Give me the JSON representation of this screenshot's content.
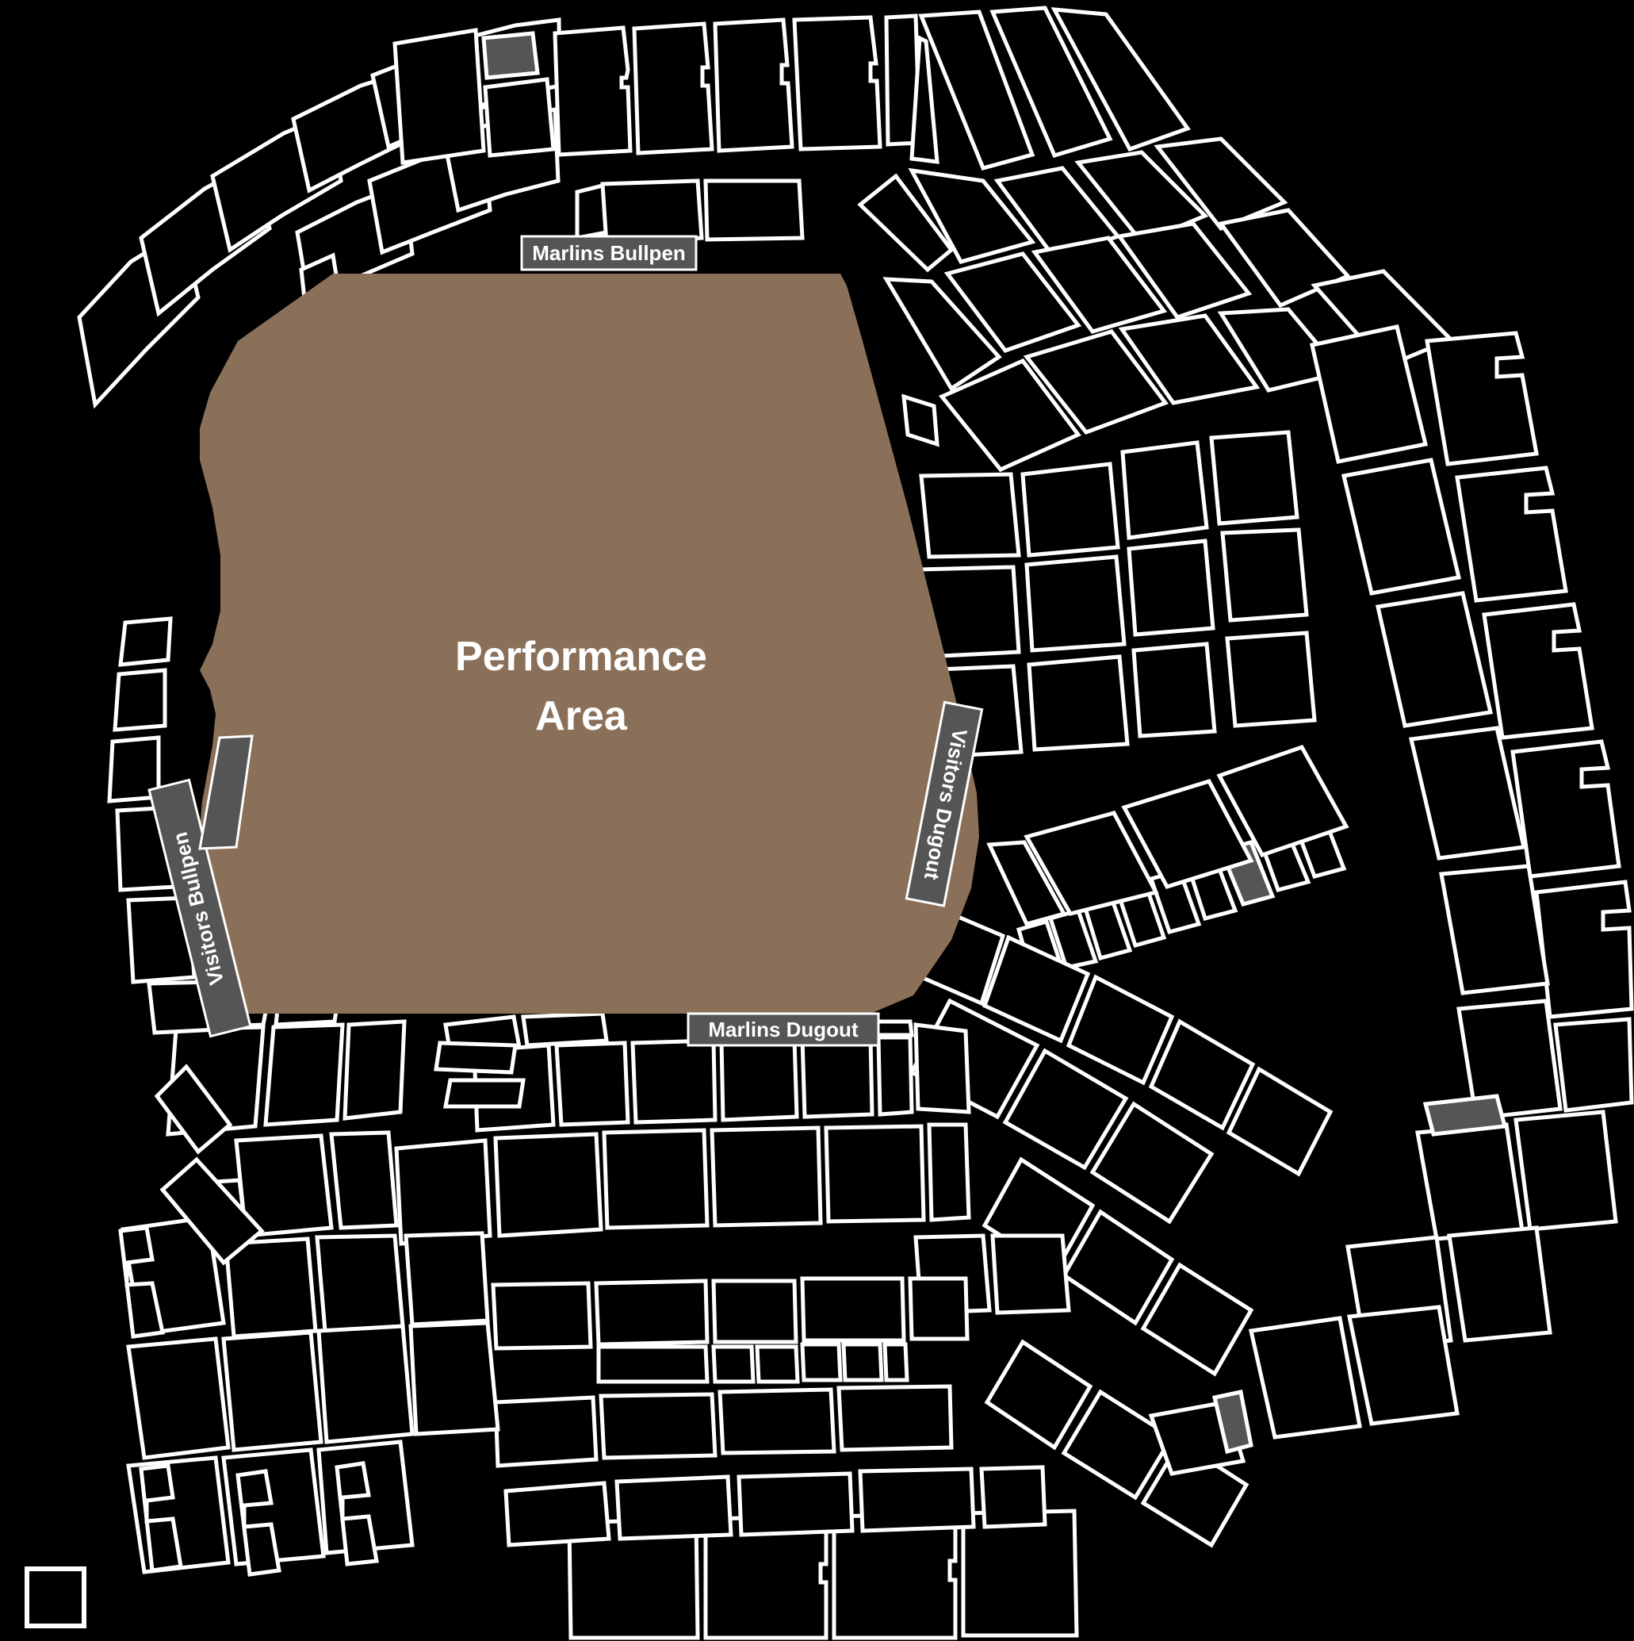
{
  "map": {
    "title": "Stadium Seating Map",
    "venue_type": "baseball-stadium",
    "background_color": "#000000",
    "section_fill": "#000000",
    "section_stroke": "#ffffff",
    "highlight_fill": "#555555",
    "field_color": "#8a7059",
    "label_text_color": "#ffffff"
  },
  "field": {
    "name": "performance-area",
    "label_line1": "Performance",
    "label_line2": "Area"
  },
  "field_labels": [
    {
      "id": "marlins-bullpen",
      "text": "Marlins Bullpen",
      "orientation": "horizontal"
    },
    {
      "id": "visitors-dugout",
      "text": "Visitors Dugout",
      "orientation": "vertical-down"
    },
    {
      "id": "visitors-bullpen",
      "text": "Visitors Bullpen",
      "orientation": "vertical-up"
    },
    {
      "id": "marlins-dugout",
      "text": "Marlins Dugout",
      "orientation": "horizontal"
    }
  ],
  "legend": {
    "swatch_label": "",
    "swatch_fill": "#000000",
    "swatch_stroke": "#ffffff"
  },
  "highlighted_sections": [
    {
      "id": "highlight-upper-left",
      "state": "selected"
    },
    {
      "id": "highlight-left-bullpen-upper",
      "state": "selected"
    },
    {
      "id": "highlight-right-lower-a",
      "state": "selected"
    },
    {
      "id": "highlight-right-lower-b",
      "state": "selected"
    },
    {
      "id": "highlight-right-outer-sliver",
      "state": "selected"
    }
  ]
}
